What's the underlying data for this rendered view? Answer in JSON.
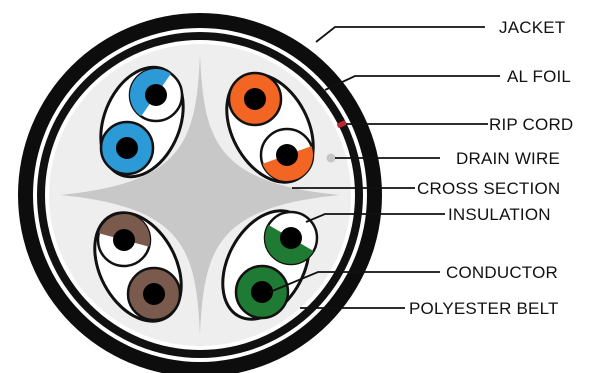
{
  "labels": {
    "jacket": "JACKET",
    "al_foil": "AL FOIL",
    "rip_cord": "RIP CORD",
    "drain_wire": "DRAIN WIRE",
    "cross_section": "CROSS SECTION",
    "insulation": "INSULATION",
    "conductor": "CONDUCTOR",
    "polyester_belt": "POLYESTER BELT"
  },
  "colors": {
    "jacket": "#0d0d0d",
    "cable_fill": "#eeeeee",
    "cross_separator": "#c8c8c8",
    "blue_pair": "#2b9ad6",
    "orange_pair": "#f26522",
    "green_pair": "#1f7a33",
    "brown_pair": "#7a5a4d",
    "rip_cord": "#c0282f",
    "drain_wire": "#c6c6c6",
    "conductor": "#000000"
  }
}
